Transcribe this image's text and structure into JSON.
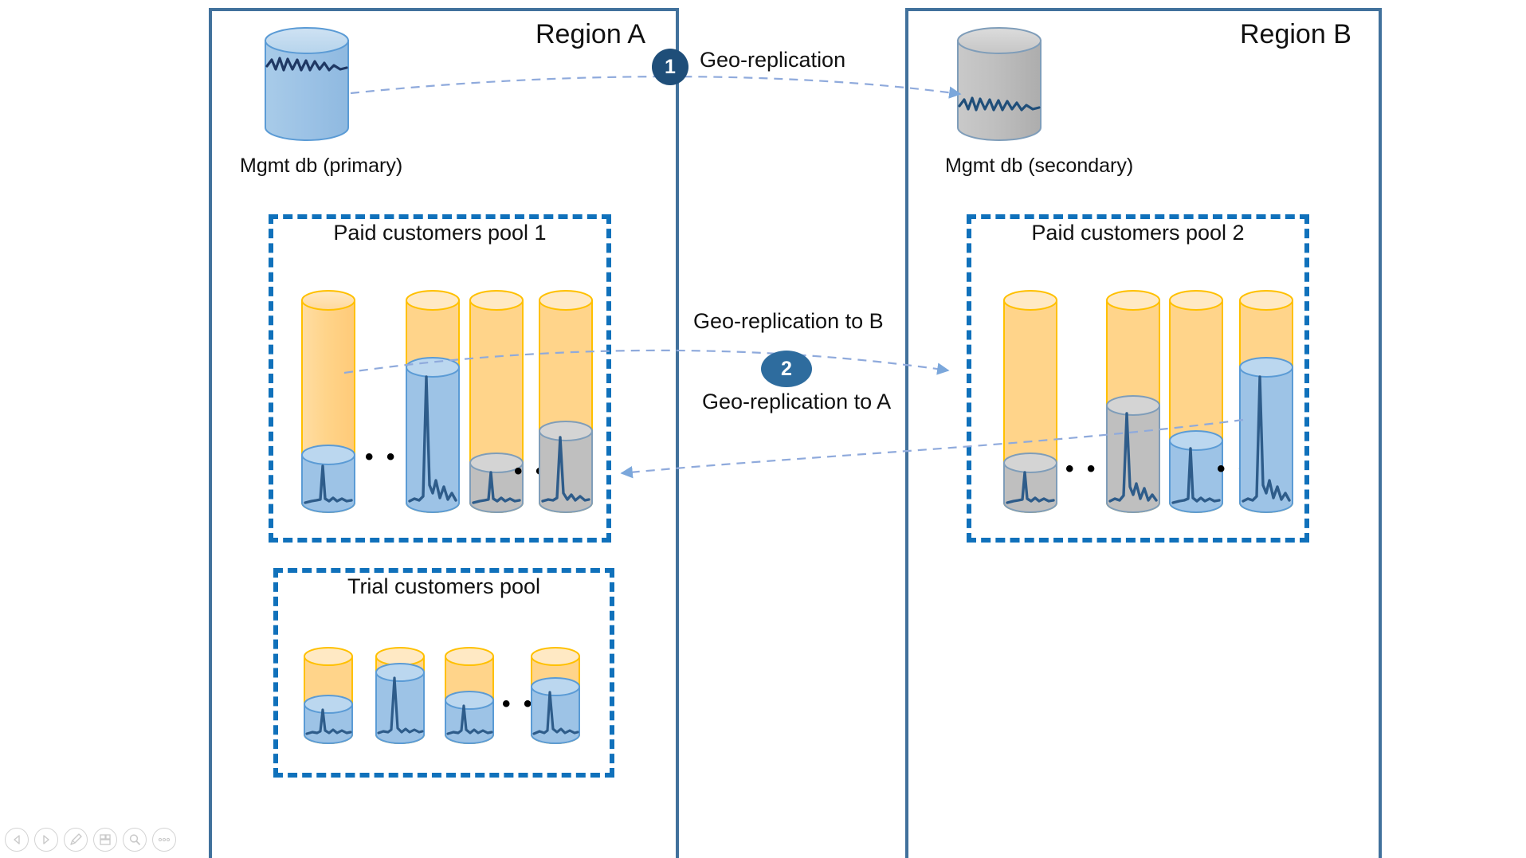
{
  "regions": [
    {
      "id": "a",
      "title": "Region A"
    },
    {
      "id": "b",
      "title": "Region B"
    }
  ],
  "mgmt_dbs": [
    {
      "id": "primary",
      "caption": "Mgmt db (primary)",
      "fill": "#9DC3E6"
    },
    {
      "id": "secondary",
      "caption": "Mgmt db (secondary)",
      "fill": "#BFBFBF"
    }
  ],
  "pools": [
    {
      "id": "pool1",
      "title": "Paid customers pool 1"
    },
    {
      "id": "pool2",
      "title": "Paid customers pool 2"
    },
    {
      "id": "trial",
      "title": "Trial customers pool"
    }
  ],
  "connectors": [
    {
      "id": "geo-replication",
      "label": "Geo-replication",
      "badge": "1"
    },
    {
      "id": "geo-replication-to-b",
      "label": "Geo-replication to B",
      "badge": "2"
    },
    {
      "id": "geo-replication-to-a",
      "label": "Geo-replication to A",
      "badge": "2"
    }
  ],
  "badges": {
    "one": "1",
    "two": "2"
  },
  "ellipsis": {
    "glyph": "• • •"
  },
  "colors": {
    "region_border": "#41719C",
    "pool_border": "#1071BB",
    "cylinder_outer": "#FFD48A",
    "cylinder_outer_stroke": "#FFC000",
    "cylinder_blue": "#9DC3E6",
    "cylinder_blue_stroke": "#5B9BD5",
    "cylinder_gray": "#BFBFBF",
    "cylinder_gray_stroke": "#7F9DB9",
    "spark_line": "#2E5C8A",
    "badge_one": "#1F4E79",
    "badge_two": "#2E6C9E",
    "arrow": "#8FAADC",
    "text": "#111111"
  },
  "toolbar": {
    "items": [
      {
        "name": "back-icon",
        "label": "Back"
      },
      {
        "name": "forward-icon",
        "label": "Forward"
      },
      {
        "name": "pen-icon",
        "label": "Draw"
      },
      {
        "name": "layout-icon",
        "label": "Layout"
      },
      {
        "name": "search-icon",
        "label": "Zoom"
      },
      {
        "name": "more-icon",
        "label": "More"
      }
    ]
  }
}
